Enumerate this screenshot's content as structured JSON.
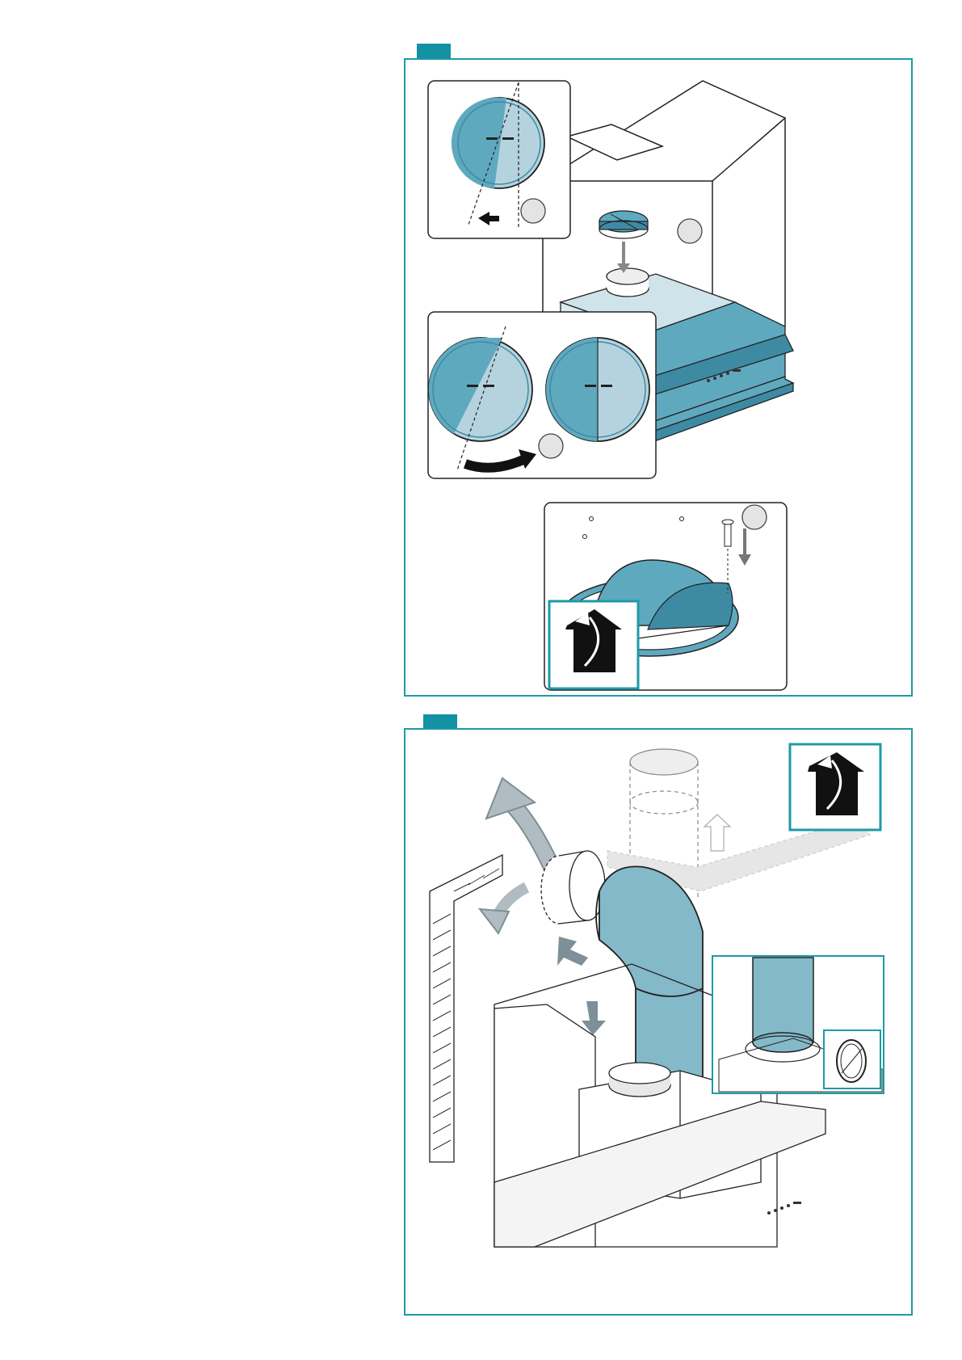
{
  "page": {
    "background": "#ffffff"
  },
  "steps": [
    {
      "step_number": "",
      "accent_color": "#1292a3",
      "frame_color": "#1e9aa6",
      "details": [
        {
          "id": "A",
          "label": ""
        },
        {
          "id": "B",
          "label": ""
        },
        {
          "id": "C",
          "label": ""
        },
        {
          "id": "D",
          "label": ""
        }
      ],
      "icon": "ducted-extraction-house-icon"
    },
    {
      "step_number": "",
      "accent_color": "#1292a3",
      "frame_color": "#1e9aa6",
      "icon": "ducted-extraction-house-icon"
    }
  ],
  "colors": {
    "part_blue": "#5fa9bf",
    "part_blue_light": "#b5d3de",
    "part_blue_dark": "#3e8aa3",
    "hood_fill": "#cfe3ea",
    "badge_fill": "#e4e4e4",
    "arrow_grey": "#9a9a9a"
  }
}
